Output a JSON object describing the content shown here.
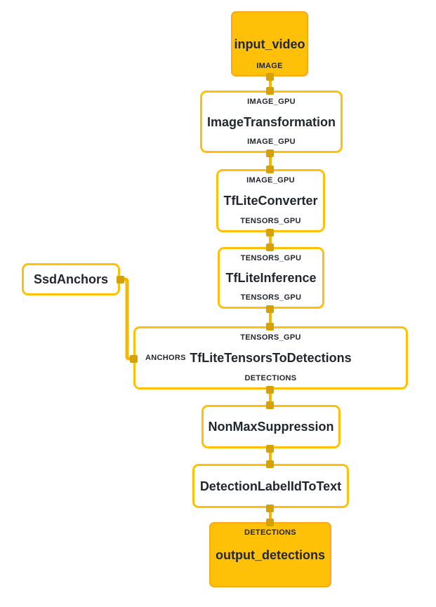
{
  "diagram": {
    "kind": "mediapipe-calculator-graph",
    "colors": {
      "background": "#FFFFFF",
      "node_fill_amber": "#FFC107",
      "amber_border": "#F9A825",
      "node_border_gold": "#FFC107",
      "port_square": "#D5A104",
      "edge_line": "#F5B905",
      "text": "#22262e"
    },
    "nodes": [
      {
        "id": "input_video",
        "title": "input_video",
        "kind": "packet",
        "output_label": "IMAGE"
      },
      {
        "id": "ImageTransformation",
        "title": "ImageTransformation",
        "kind": "calculator",
        "input_label": "IMAGE_GPU",
        "output_label": "IMAGE_GPU"
      },
      {
        "id": "TfLiteConverter",
        "title": "TfLiteConverter",
        "kind": "calculator",
        "input_label": "IMAGE_GPU",
        "output_label": "TENSORS_GPU"
      },
      {
        "id": "TfLiteInference",
        "title": "TfLiteInference",
        "kind": "calculator",
        "input_label": "TENSORS_GPU",
        "output_label": "TENSORS_GPU"
      },
      {
        "id": "SsdAnchors",
        "title": "SsdAnchors",
        "kind": "calculator"
      },
      {
        "id": "TfLiteTensorsToDetections",
        "title": "TfLiteTensorsToDetections",
        "kind": "calculator",
        "input_label": "TENSORS_GPU",
        "side_input_label": "ANCHORS",
        "output_label": "DETECTIONS"
      },
      {
        "id": "NonMaxSuppression",
        "title": "NonMaxSuppression",
        "kind": "calculator"
      },
      {
        "id": "DetectionLabelIdToText",
        "title": "DetectionLabelIdToText",
        "kind": "calculator"
      },
      {
        "id": "output_detections",
        "title": "output_detections",
        "kind": "packet",
        "input_label": "DETECTIONS"
      }
    ],
    "edges": [
      {
        "from": "input_video",
        "to": "ImageTransformation"
      },
      {
        "from": "ImageTransformation",
        "to": "TfLiteConverter"
      },
      {
        "from": "TfLiteConverter",
        "to": "TfLiteInference"
      },
      {
        "from": "TfLiteInference",
        "to": "TfLiteTensorsToDetections"
      },
      {
        "from": "SsdAnchors",
        "to": "TfLiteTensorsToDetections",
        "port": "ANCHORS"
      },
      {
        "from": "TfLiteTensorsToDetections",
        "to": "NonMaxSuppression"
      },
      {
        "from": "NonMaxSuppression",
        "to": "DetectionLabelIdToText"
      },
      {
        "from": "DetectionLabelIdToText",
        "to": "output_detections"
      }
    ]
  }
}
